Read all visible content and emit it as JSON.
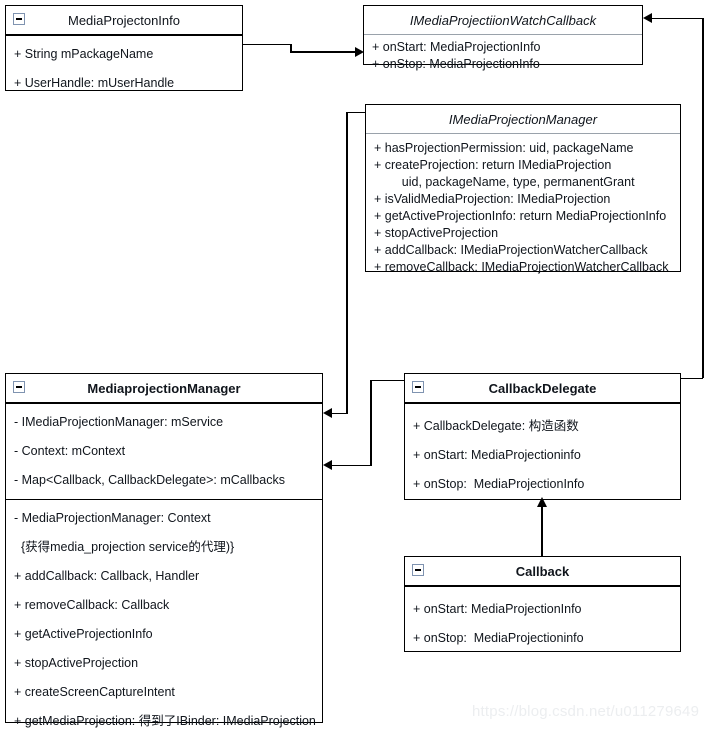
{
  "diagram": {
    "kind": "uml-class-diagram",
    "watermark": "https://blog.csdn.net/u011279649",
    "colors": {
      "background": "#ffffff",
      "border": "#000000",
      "text": "#10151c",
      "divider": "#9aa2ab",
      "collapse_icon_border": "#7f93b0",
      "watermark": "#eceef0"
    }
  },
  "classes": {
    "media_projection_info": {
      "title": "MediaProjectonInfo",
      "collapse_icon": "minus-box-icon",
      "members": [
        "+ String mPackageName",
        "+ UserHandle: mUserHandle"
      ]
    },
    "imedia_projection_watch_callback": {
      "title": "IMediaProjectiionWatchCallback",
      "members": [
        "+ onStart: MediaProjectionInfo",
        "+ onStop: MediaProjectionInfo"
      ]
    },
    "imedia_projection_manager": {
      "title": "IMediaProjectionManager",
      "members": [
        "+ hasProjectionPermission: uid, packageName",
        "+ createProjection: return IMediaProjection",
        "        uid, packageName, type, permanentGrant",
        "+ isValidMediaProjection: IMediaProjection",
        "+ getActiveProjectionInfo: return MediaProjectionInfo",
        "+ stopActiveProjection",
        "+ addCallback: IMediaProjectionWatcherCallback",
        "+ removeCallback: IMediaProjectionWatcherCallback"
      ]
    },
    "mediaprojection_manager": {
      "title": "MediaprojectionManager",
      "collapse_icon": "minus-box-icon",
      "fields": [
        "- IMediaProjectionManager: mService",
        "- Context: mContext",
        "- Map<Callback, CallbackDelegate>: mCallbacks"
      ],
      "methods": [
        "- MediaProjectionManager: Context",
        "  {获得media_projection service的代理)}",
        "+ addCallback: Callback, Handler",
        "+ removeCallback: Callback",
        "+ getActiveProjectionInfo",
        "+ stopActiveProjection",
        "+ createScreenCaptureIntent",
        "+ getMediaProjection: 得到了IBinder: IMediaProjection"
      ]
    },
    "callback_delegate": {
      "title": "CallbackDelegate",
      "collapse_icon": "minus-box-icon",
      "members": [
        "+ CallbackDelegate: 构造函数",
        "+ onStart: MediaProjectioninfo",
        "+ onStop:  MediaProjectionInfo"
      ]
    },
    "callback": {
      "title": "Callback",
      "collapse_icon": "minus-box-icon",
      "members": [
        "+ onStart: MediaProjectionInfo",
        "+ onStop:  MediaProjectioninfo"
      ]
    }
  },
  "connections": [
    {
      "name": "info-to-watchcallback",
      "from": "MediaProjectonInfo",
      "to": "IMediaProjectiionWatchCallback",
      "arrow": "open"
    },
    {
      "name": "callbackdelegate-to-watchcallback",
      "from": "CallbackDelegate",
      "to": "IMediaProjectiionWatchCallback",
      "arrow": "open"
    },
    {
      "name": "manager-to-mediaprojectionmanager",
      "from": "IMediaProjectionManager",
      "to": "MediaprojectionManager",
      "arrow": "open"
    },
    {
      "name": "callbackdelegate-to-mediaprojectionmanager",
      "from": "CallbackDelegate",
      "to": "MediaprojectionManager",
      "arrow": "open"
    },
    {
      "name": "callback-to-callbackdelegate",
      "from": "Callback",
      "to": "CallbackDelegate",
      "arrow": "generalization"
    }
  ]
}
